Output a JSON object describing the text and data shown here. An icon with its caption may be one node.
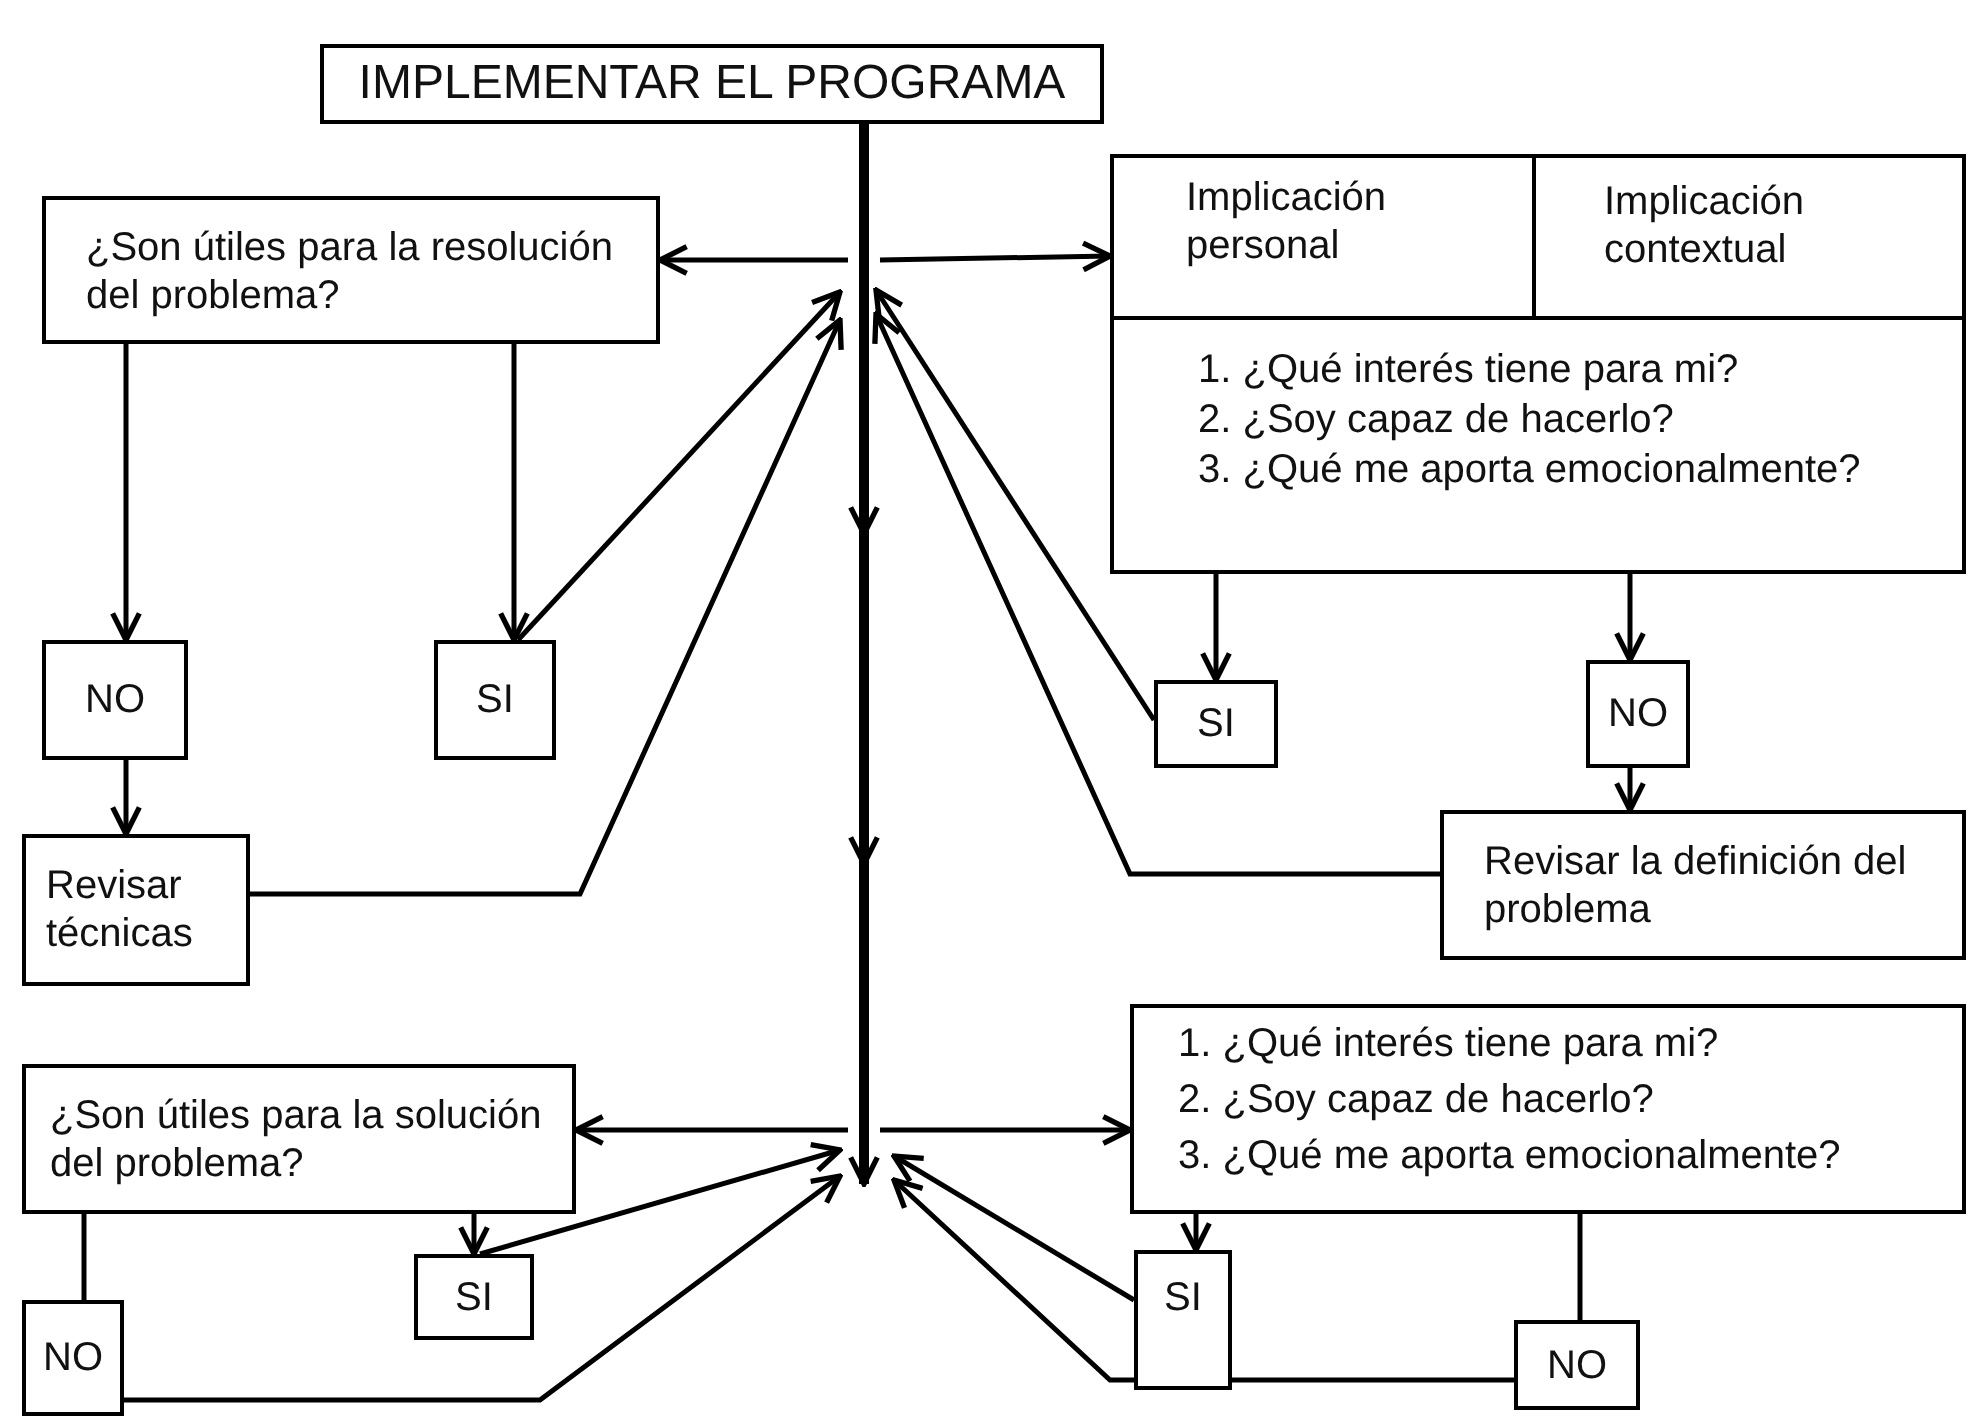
{
  "diagram": {
    "nodes": [
      {
        "text": [
          "IMPLEMENTAR EL PROGRAMA"
        ]
      },
      {
        "text": [
          "¿Son útiles para la resolución del problema?"
        ]
      },
      {
        "text": [
          "1. ¿Qué interés tiene para mi?",
          "2. ¿Soy capaz de hacerlo?",
          "3. ¿Qué me aporta emocionalmente?"
        ]
      },
      {
        "text": [
          "Implicación personal"
        ],
        "in": 2
      },
      {
        "text": [
          "Implicación contextual"
        ],
        "in": 2
      },
      {
        "text": [
          "NO"
        ]
      },
      {
        "text": [
          "SI"
        ]
      },
      {
        "text": [
          "SI"
        ]
      },
      {
        "text": [
          "NO"
        ]
      },
      {
        "text": [
          "Revisar técnicas"
        ]
      },
      {
        "text": [
          "Revisar la definición del problema"
        ]
      },
      {
        "text": [
          "¿Son útiles para la solución del problema?"
        ]
      },
      {
        "text": [
          "1. ¿Qué interés tiene para mi?",
          "2. ¿Soy capaz de hacerlo?",
          "3. ¿Qué me aporta emocionalmente?"
        ]
      },
      {
        "text": [
          "SI"
        ]
      },
      {
        "text": [
          "SI"
        ]
      },
      {
        "text": [
          "NO"
        ]
      },
      {
        "text": [
          "NO"
        ]
      }
    ],
    "edges": [
      {
        "from": 0,
        "to": null,
        "arrow": "to",
        "style": "thick"
      },
      {
        "from": null,
        "to": 1,
        "arrow": "to"
      },
      {
        "from": null,
        "to": 2,
        "arrow": "to"
      },
      {
        "from": 1,
        "to": 5,
        "arrow": "to"
      },
      {
        "from": 1,
        "to": 6,
        "arrow": "to"
      },
      {
        "from": 6,
        "to": null,
        "arrow": "to"
      },
      {
        "from": 5,
        "to": 9,
        "arrow": "to"
      },
      {
        "from": 9,
        "to": null,
        "arrow": "to"
      },
      {
        "from": 2,
        "to": 7,
        "arrow": "to"
      },
      {
        "from": 2,
        "to": 8,
        "arrow": "to"
      },
      {
        "from": 7,
        "to": null,
        "arrow": "to"
      },
      {
        "from": 8,
        "to": 10,
        "arrow": "to"
      },
      {
        "from": 10,
        "to": null,
        "arrow": "to"
      },
      {
        "from": null,
        "to": 11,
        "arrow": "to"
      },
      {
        "from": null,
        "to": 12,
        "arrow": "to"
      },
      {
        "from": 11,
        "to": 13,
        "arrow": "to"
      },
      {
        "from": 13,
        "to": null,
        "arrow": "to"
      },
      {
        "from": 11,
        "to": 15,
        "arrow": "none"
      },
      {
        "from": 15,
        "to": null,
        "arrow": "to"
      },
      {
        "from": 12,
        "to": 14,
        "arrow": "to"
      },
      {
        "from": 14,
        "to": null,
        "arrow": "to"
      },
      {
        "from": 12,
        "to": 16,
        "arrow": "none"
      },
      {
        "from": 16,
        "to": null,
        "arrow": "to"
      }
    ]
  }
}
